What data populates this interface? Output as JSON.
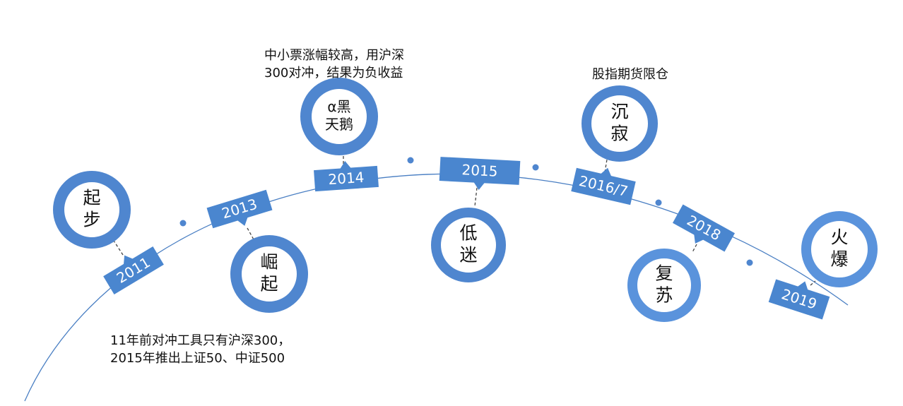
{
  "colors": {
    "arc": "#4a7fc3",
    "ring": "#4f86cf",
    "ring_light": "#5a93dc",
    "tag": "#4a86cf",
    "tag_text": "#ffffff",
    "stage_text": "#111111",
    "connector": "#444444"
  },
  "milestones": [
    {
      "id": "2011",
      "year": "2011",
      "stage_lines": [
        "起",
        "步"
      ]
    },
    {
      "id": "2013",
      "year": "2013",
      "stage_lines": [
        "崛",
        "起"
      ]
    },
    {
      "id": "2014",
      "year": "2014",
      "stage_lines": [
        "α黑",
        "天鹅"
      ]
    },
    {
      "id": "2015",
      "year": "2015",
      "stage_lines": [
        "低",
        "迷"
      ]
    },
    {
      "id": "2016-7",
      "year": "2016/7",
      "stage_lines": [
        "沉",
        "寂"
      ]
    },
    {
      "id": "2018",
      "year": "2018",
      "stage_lines": [
        "复",
        "苏"
      ]
    },
    {
      "id": "2019",
      "year": "2019",
      "stage_lines": [
        "火",
        "爆"
      ]
    }
  ],
  "annotations": {
    "note_2014": [
      "中小票涨幅较高，用沪深",
      "300对冲，结果为负收益"
    ],
    "note_2016": [
      "股指期货限仓"
    ],
    "note_2011": [
      "11年前对冲工具只有沪深300，",
      "2015年推出上证50、中证500"
    ]
  }
}
